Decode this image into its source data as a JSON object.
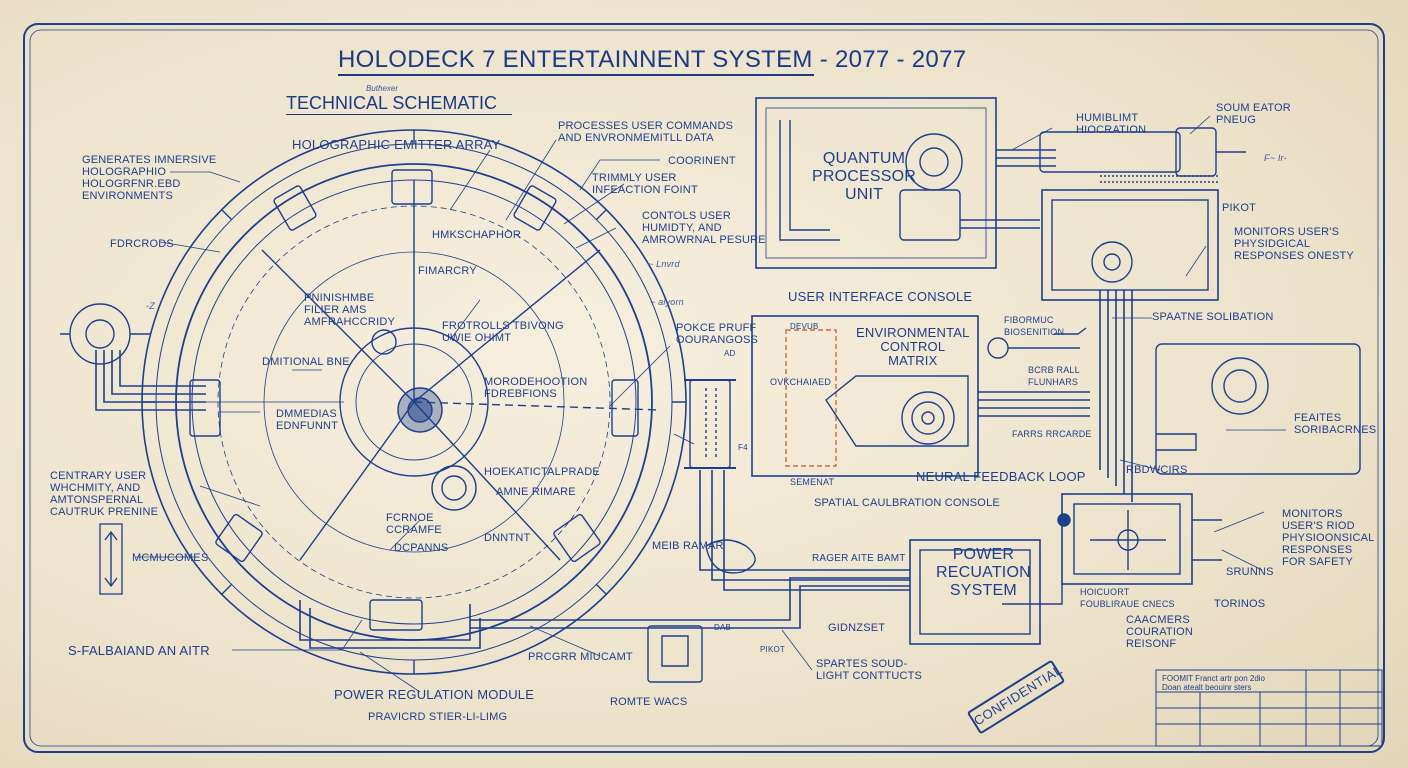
{
  "title": "HOLODECK 7 ENTERTAINNENT SYSTEM - 2077 - 2077",
  "subtitle": "TECHNICAL SCHEMATIC",
  "title_annotation": "Buthexer",
  "labels": {
    "emitter_array": "HOLOGRAPHIC EMITTER ARRAY",
    "generates": "GENERATES IMNERSIVE\nHOLOGRAPHIO\nHOLOGRFNR.EBD\nENVIRONMENTS",
    "processes": "PROCESSES USER COMMANDS\nAND ENVRONMEMITLL DATA",
    "coordinent": "COORINENT",
    "trimmy": "TRIMMLY USER\nINFEACTION FOINT",
    "controls_user": "CONTOLS USER\nHUMIDTY, AND\nAMROWRNAL PESURE",
    "hmikshaphor": "HMKSCHAPHOR",
    "fimarcry": "FIMARCRY",
    "fdrcrods": "FDRCRODS",
    "pninishmbe": "PNINISHMBE\nFILIER AMS\nAMFRAHCCRIDY",
    "frotrolls": "FROTROLLS TBIVONG\nUWIE OHIMT",
    "dmitional": "DMITIONAL BNE",
    "moreacion": "MORODEHOOTION\nFDREBFIONS",
    "dmmedias": "DMMEDIAS\nEDNFUNNT",
    "centrary": "CENTRARY USER\nWHCHMITY, AND\nAMTONSPERNAL\nCAUTRUK PRENINE",
    "hoekatical": "HOEKATICTALPRADE",
    "amne_rimare": "AMNE RIMARE",
    "fcrnoe": "FCRNOE\nCCRAMFE",
    "dcpanns": "DCPANNS",
    "dnntnt": "DNNTNT",
    "meib_ramar": "MEIB RAMAR",
    "mcmucomes": "MCMUCOMES",
    "sfalbaiand": "S-FALBAIAND AN AITR",
    "prcgrr": "PRCGRR MIUCAMT",
    "power_reg_module": "POWER REGULATION MODULE",
    "pravicrd": "PRAVICRD STIER-LI-LIMG",
    "romte_wacs": "ROMTE WACS",
    "quantum": "QUANTUM\nPROCESSOR\nUNIT",
    "humidity_fiocration": "HUMIBLIMT\nHIOCRATION",
    "sounm_eator": "SOUM EATOR\nPNEUG",
    "pikot": "PIKOT",
    "monitors_top": "MONITORS USER'S\nPHYSIDGICAL\nRESPONSES ONESTY",
    "ui_console": "USER INTERFACE CONSOLE",
    "pokce_prriff": "POKCE PRUFF\nOOURANGOSS",
    "env_matrix": "ENVIRONMENTAL\nCONTROL\nMATRIX",
    "devub": "DEVUB",
    "ovk_chaed": "OVKCHAIAED",
    "semenat": "SEMENAT",
    "fiborhuc": "FIBORMUC\nBIOSENITION",
    "bcrb_rall": "BCRB RALL\nFLUNHARS",
    "spaatne": "SPAATNE SOLIBATION",
    "feaites": "FEAITES\nSORIBACRNES",
    "fares_rrcarde": "FARRS RRCARDE",
    "neural_feedback": "NEURAL FEEDBACK LOOP",
    "rbdwcirs": "RBDWCIRS",
    "spatial_calibration": "SPATIAL CAULBRATION CONSOLE",
    "monitors_bottom": "MONITORS\nUSER'S RIOD\nPHYSIOONSICAL\nRESPONSES\nFOR SAFETY",
    "srunns": "SRUNNS",
    "rager_aite": "RAGER AITE BAMT",
    "power_recuation": "POWER\nRECUATION\nSYSTEM",
    "hoicuort": "HOICUORT\nFOUBLIRAUE CNECS",
    "torinos": "TORINOS",
    "gidnzset": "GIDNZSET",
    "caacmers": "CAACMERS\nCOURATION\nREISONF",
    "spartes_soud": "SPARTES SOUD-\nLIGHT CONTTUCTS",
    "pikot2": "PIKOT",
    "dabe": "DAB",
    "fa_mbl": "F4",
    "ad_mbl": "AD"
  },
  "handwritten": {
    "h1": "~ Lnvrd",
    "h2": "~ alyorn",
    "h3": "F~ Ir-",
    "h4": "-Z"
  },
  "stamp": "CONFIDENTIAL",
  "title_block": {
    "line1": "FOOMIT Franct artr pon 2dio",
    "line2": "Doan atealt beouinr sters"
  },
  "colors": {
    "ink": "#1d3f8c",
    "paper": "#efe6d2",
    "accent_red": "#c0502e"
  }
}
